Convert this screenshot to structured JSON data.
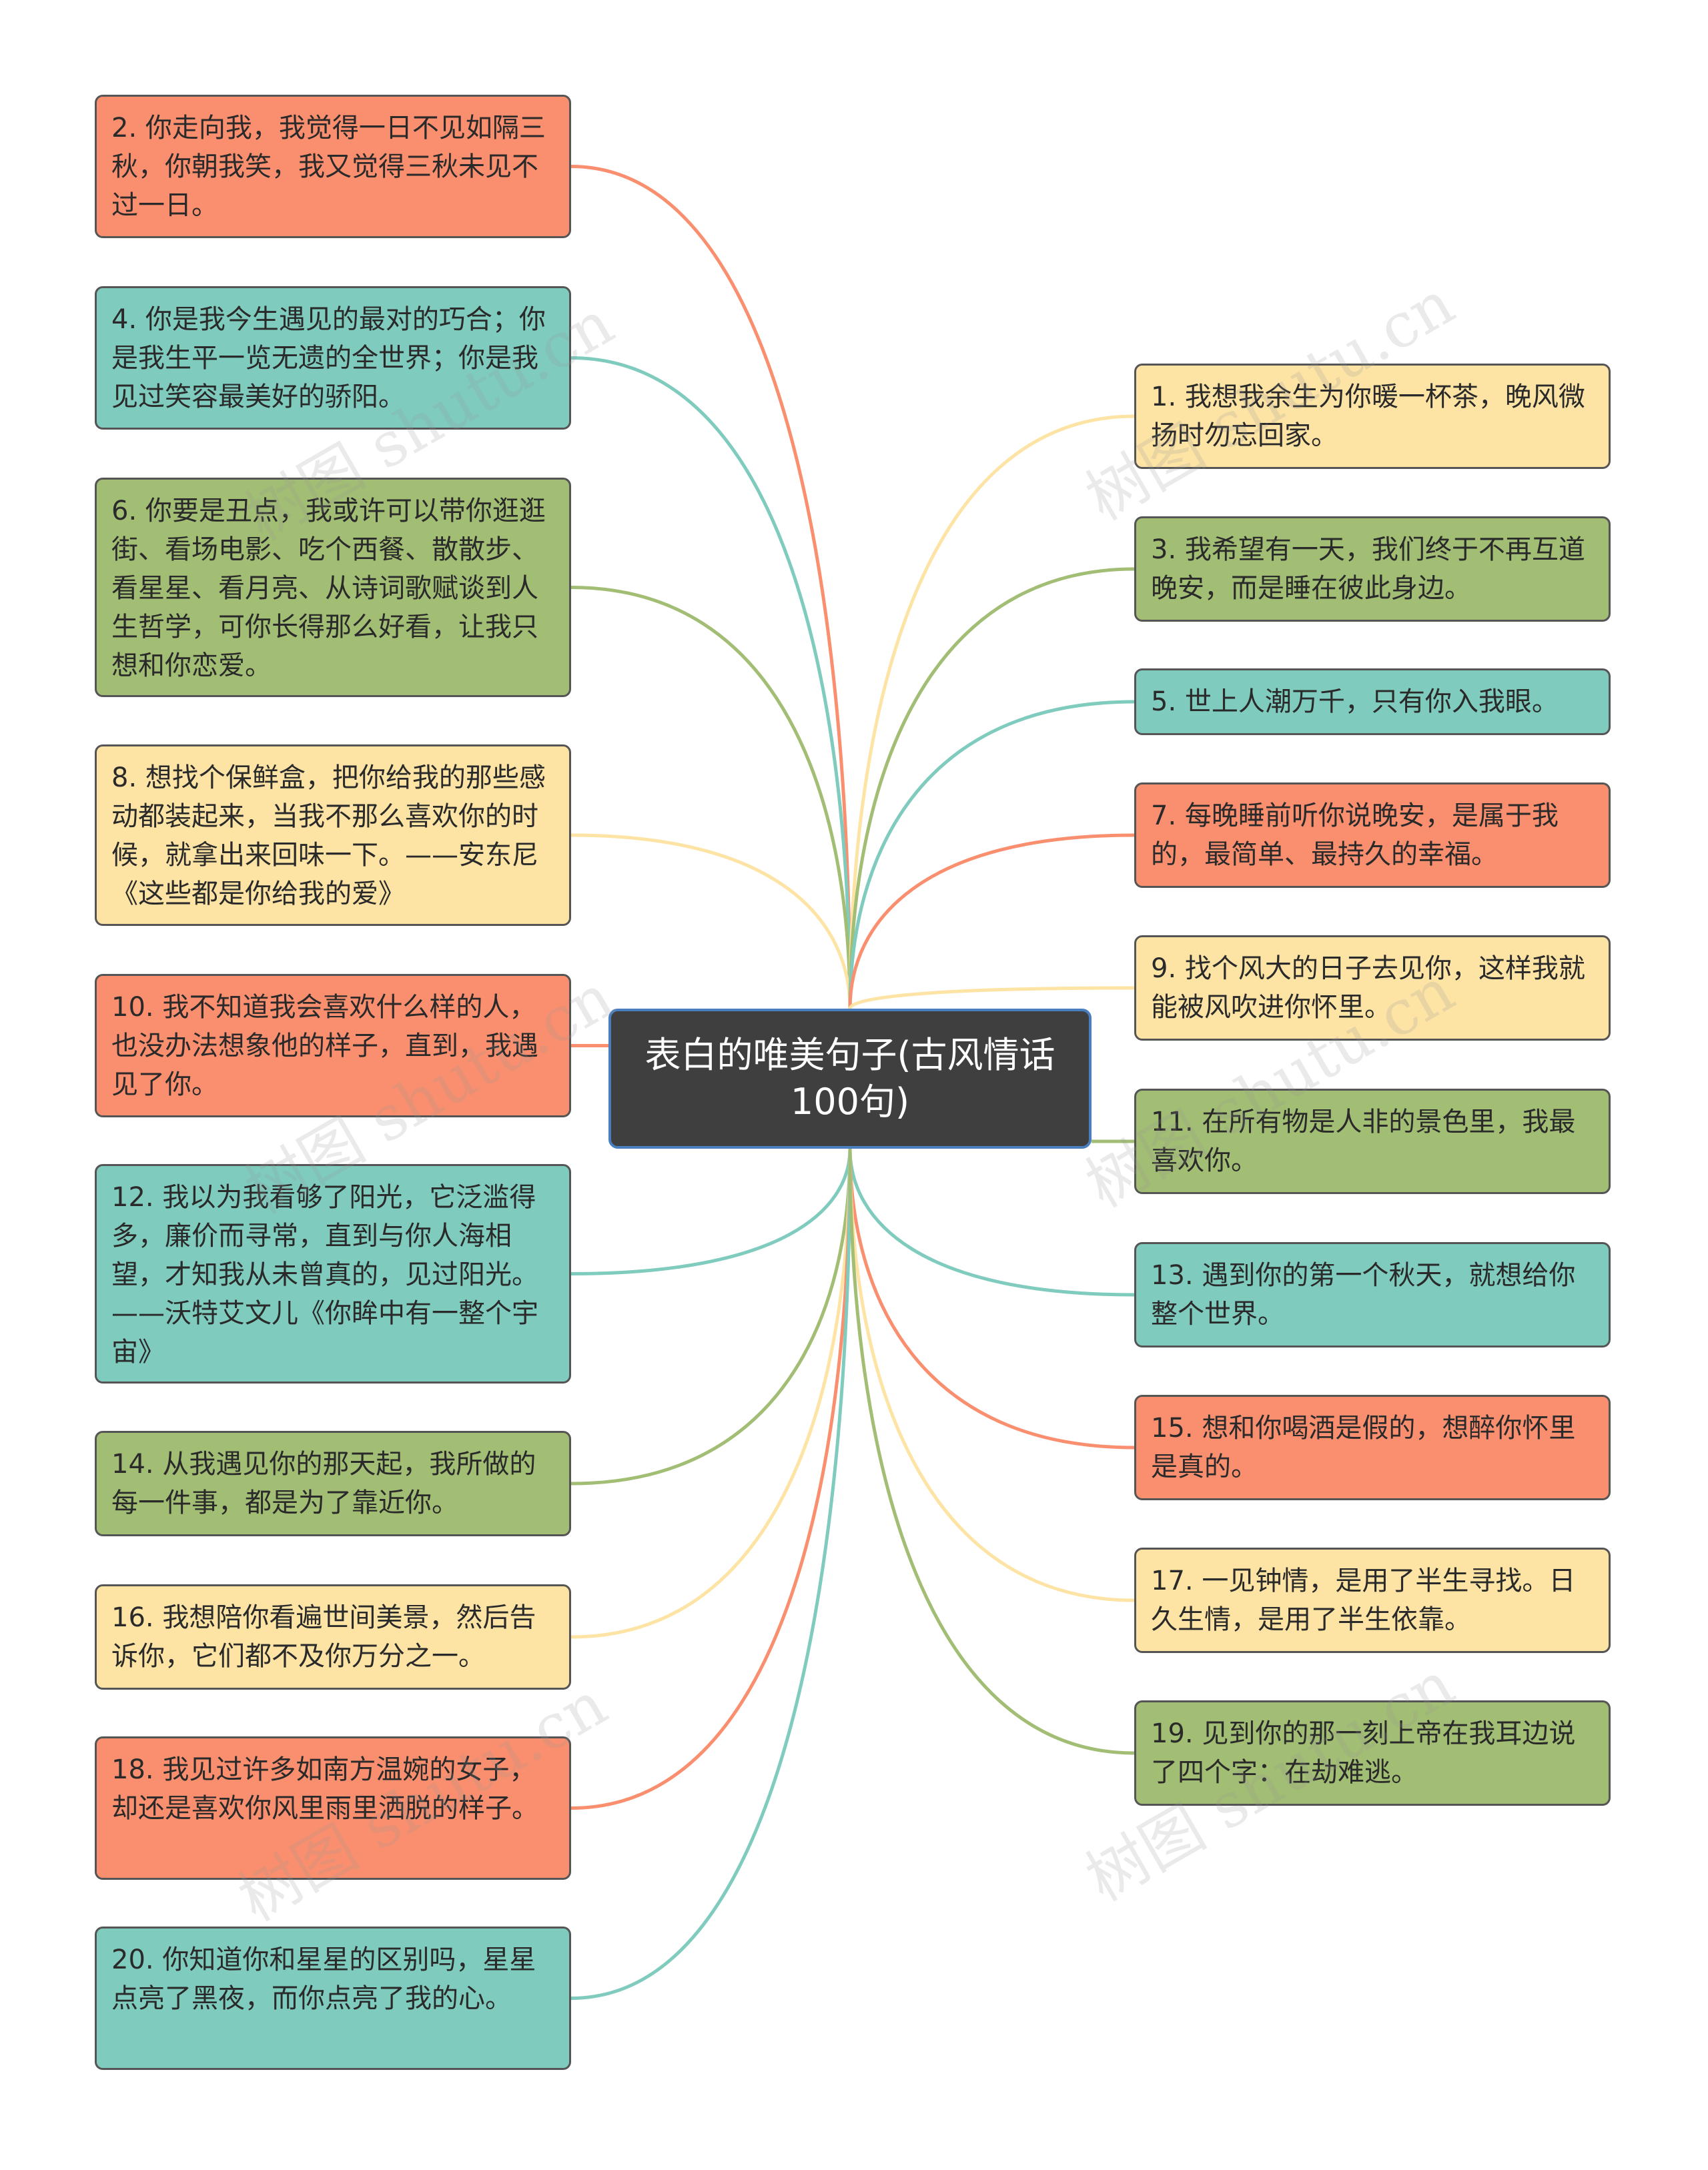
{
  "root": {
    "title": "表白的唯美句子(古风情话100句)"
  },
  "watermark": {
    "text": "树图 shutu.cn"
  },
  "colors": {
    "orange": "#fa8f6f",
    "teal": "#7fcbbd",
    "green": "#a2bd74",
    "yellow": "#fde4a5"
  },
  "left_nodes": [
    {
      "text": "2. 你走向我，我觉得一日不见如隔三秋，你朝我笑，我又觉得三秋未见不过一日。",
      "color": "orange"
    },
    {
      "text": "4. 你是我今生遇见的最对的巧合；你是我生平一览无遗的全世界；你是我见过笑容最美好的骄阳。",
      "color": "teal"
    },
    {
      "text": "6. 你要是丑点，我或许可以带你逛逛街、看场电影、吃个西餐、散散步、看星星、看月亮、从诗词歌赋谈到人生哲学，可你长得那么好看，让我只想和你恋爱。",
      "color": "green"
    },
    {
      "text": "8. 想找个保鲜盒，把你给我的那些感动都装起来，当我不那么喜欢你的时候，就拿出来回味一下。——安东尼《这些都是你给我的爱》",
      "color": "yellow"
    },
    {
      "text": "10. 我不知道我会喜欢什么样的人，也没办法想象他的样子，直到，我遇见了你。",
      "color": "orange"
    },
    {
      "text": "12. 我以为我看够了阳光，它泛滥得多，廉价而寻常，直到与你人海相望，才知我从未曾真的，见过阳光。——沃特艾文儿《你眸中有一整个宇宙》",
      "color": "teal"
    },
    {
      "text": "14. 从我遇见你的那天起，我所做的每一件事，都是为了靠近你。",
      "color": "green"
    },
    {
      "text": "16. 我想陪你看遍世间美景，然后告诉你，它们都不及你万分之一。",
      "color": "yellow"
    },
    {
      "text": "18. 我见过许多如南方温婉的女子，却还是喜欢你风里雨里洒脱的样子。",
      "color": "orange"
    },
    {
      "text": "20. 你知道你和星星的区别吗，星星点亮了黑夜，而你点亮了我的心。",
      "color": "teal"
    }
  ],
  "right_nodes": [
    {
      "text": "1. 我想我余生为你暖一杯茶，晚风微扬时勿忘回家。",
      "color": "yellow"
    },
    {
      "text": "3. 我希望有一天，我们终于不再互道晚安，而是睡在彼此身边。",
      "color": "green"
    },
    {
      "text": "5. 世上人潮万千，只有你入我眼。",
      "color": "teal"
    },
    {
      "text": "7. 每晚睡前听你说晚安，是属于我的，最简单、最持久的幸福。",
      "color": "orange"
    },
    {
      "text": "9. 找个风大的日子去见你，这样我就能被风吹进你怀里。",
      "color": "yellow"
    },
    {
      "text": "11. 在所有物是人非的景色里，我最喜欢你。",
      "color": "green"
    },
    {
      "text": "13. 遇到你的第一个秋天，就想给你整个世界。",
      "color": "teal"
    },
    {
      "text": "15. 想和你喝酒是假的，想醉你怀里是真的。",
      "color": "orange"
    },
    {
      "text": "17. 一见钟情，是用了半生寻找。日久生情，是用了半生依靠。",
      "color": "yellow"
    },
    {
      "text": "19. 见到你的那一刻上帝在我耳边说了四个字：在劫难逃。",
      "color": "green"
    }
  ]
}
